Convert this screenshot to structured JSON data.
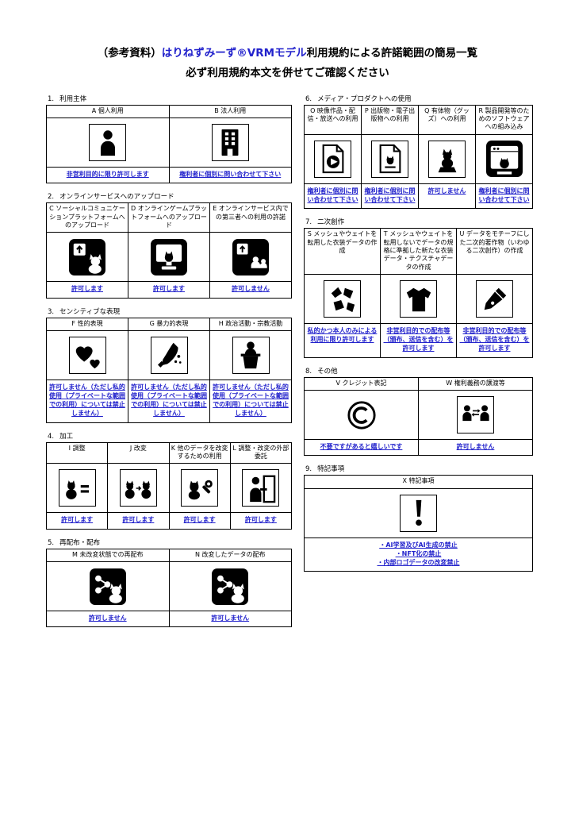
{
  "title": {
    "prefix": "（参考資料）",
    "brand": "はりねずみーず®VRMモデル",
    "suffix": "利用規約による許諾範囲の簡易一覧",
    "subtitle": "必ず利用規約本文を併せてご確認ください"
  },
  "accent_color": "#2222cc",
  "sections": [
    {
      "number": "1.",
      "heading": "利用主体",
      "column": "left",
      "items": [
        {
          "label": "A 個人利用",
          "icon": "person-icon",
          "status": "非営利目的に限り許可します"
        },
        {
          "label": "B 法人利用",
          "icon": "building-icon",
          "status": "権利者に個別に問い合わせて下さい"
        }
      ]
    },
    {
      "number": "2.",
      "heading": "オンラインサービスへのアップロード",
      "column": "left",
      "items": [
        {
          "label": "C ソーシャルコミュニケーションプラットフォームへのアップロード",
          "icon": "social-upload-icon",
          "status": "許可します"
        },
        {
          "label": "D オンラインゲームプラットフォームへのアップロード",
          "icon": "game-upload-icon",
          "status": "許可します"
        },
        {
          "label": "E オンラインサービス内での第三者への利用の許諾",
          "icon": "third-party-license-icon",
          "status": "許可しません"
        }
      ]
    },
    {
      "number": "3.",
      "heading": "センシティブな表現",
      "column": "left",
      "items": [
        {
          "label": "F 性的表現",
          "icon": "hearts-icon",
          "status": "許可しません（ただし私的使用（プライベートな範囲での利用）については禁止しません）"
        },
        {
          "label": "G 暴力的表現",
          "icon": "knife-icon",
          "status": "許可しません（ただし私的使用（プライベートな範囲での利用）については禁止しません）"
        },
        {
          "label": "H 政治活動・宗教活動",
          "icon": "podium-icon",
          "status": "許可しません（ただし私的使用（プライベートな範囲での利用）については禁止しません）"
        }
      ]
    },
    {
      "number": "4.",
      "heading": "加工",
      "column": "left",
      "items": [
        {
          "label": "I 調整",
          "icon": "adjust-icon",
          "status": "許可します"
        },
        {
          "label": "J 改変",
          "icon": "modify-icon",
          "status": "許可します"
        },
        {
          "label": "K 他のデータを改変するための利用",
          "icon": "modify-other-data-icon",
          "status": "許可します"
        },
        {
          "label": "L 調整・改変の外部委託",
          "icon": "outsource-icon",
          "status": "許可します"
        }
      ]
    },
    {
      "number": "5.",
      "heading": "再配布・配布",
      "column": "left",
      "items": [
        {
          "label": "M 未改変状態での再配布",
          "icon": "redistribute-icon",
          "status": "許可しません"
        },
        {
          "label": "N 改変したデータの配布",
          "icon": "distribute-modified-icon",
          "status": "許可しません"
        }
      ]
    },
    {
      "number": "6.",
      "heading": "メディア・プロダクトへの使用",
      "column": "right",
      "items": [
        {
          "label": "O 映像作品・配信・放送への利用",
          "icon": "video-icon",
          "status": "権利者に個別に問い合わせて下さい"
        },
        {
          "label": "P 出版物・電子出版物への利用",
          "icon": "publication-icon",
          "status": "権利者に個別に問い合わせて下さい"
        },
        {
          "label": "Q 有体物（グッズ）への利用",
          "icon": "goods-icon",
          "status": "許可しません"
        },
        {
          "label": "R 製品開発等のためのソフトウェアへの組み込み",
          "icon": "software-icon",
          "status": "権利者に個別に問い合わせて下さい"
        }
      ]
    },
    {
      "number": "7.",
      "heading": "二次創作",
      "column": "right",
      "items": [
        {
          "label": "S メッシュやウェイトを転用した衣装データの作成",
          "icon": "costume-pieces-icon",
          "status": "私的かつ本人のみによる利用に限り許可します"
        },
        {
          "label": "T メッシュやウェイトを転用しないでデータの規格に準拠した新たな衣装データ・テクスチャデータの作成",
          "icon": "costume-icon",
          "status": "非営利目的での配布等（頒布、送信を含む）を許可します"
        },
        {
          "label": "U データをモチーフにした二次的著作物（いわゆる二次創作）の作成",
          "icon": "pen-icon",
          "status": "非営利目的での配布等（頒布、送信を含む）を許可します"
        }
      ]
    },
    {
      "number": "8.",
      "heading": "その他",
      "column": "right",
      "items": [
        {
          "label": "V クレジット表記",
          "icon": "copyright-icon",
          "status": "不要ですがあると嬉しいです"
        },
        {
          "label": "W 権利義務の譲渡等",
          "icon": "rights-transfer-icon",
          "status": "許可しません"
        }
      ]
    },
    {
      "number": "9.",
      "heading": "特記事項",
      "column": "right",
      "items": [
        {
          "label": "X 特記事項",
          "icon": "exclamation-icon",
          "status": [
            "・AI学習及びAI生成の禁止",
            "・NFT化の禁止",
            "・内部ロゴデータの改変禁止"
          ]
        }
      ]
    }
  ]
}
